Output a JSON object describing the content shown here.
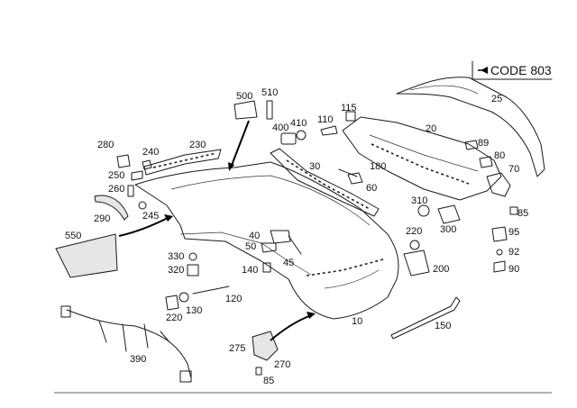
{
  "code_box": {
    "text": "CODE 803"
  },
  "labels": [
    {
      "id": "l25",
      "text": "25"
    },
    {
      "id": "l500",
      "text": "500"
    },
    {
      "id": "l510",
      "text": "510"
    },
    {
      "id": "l400",
      "text": "400"
    },
    {
      "id": "l410",
      "text": "410"
    },
    {
      "id": "l110",
      "text": "110"
    },
    {
      "id": "l115",
      "text": "115"
    },
    {
      "id": "l20",
      "text": "20"
    },
    {
      "id": "l89",
      "text": "89"
    },
    {
      "id": "l80",
      "text": "80"
    },
    {
      "id": "l70",
      "text": "70"
    },
    {
      "id": "l280",
      "text": "280"
    },
    {
      "id": "l240",
      "text": "240"
    },
    {
      "id": "l230",
      "text": "230"
    },
    {
      "id": "l30",
      "text": "30"
    },
    {
      "id": "l180",
      "text": "180"
    },
    {
      "id": "l250",
      "text": "250"
    },
    {
      "id": "l260",
      "text": "260"
    },
    {
      "id": "l60",
      "text": "60"
    },
    {
      "id": "l310",
      "text": "310"
    },
    {
      "id": "l85a",
      "text": "85"
    },
    {
      "id": "l290",
      "text": "290"
    },
    {
      "id": "l245",
      "text": "245"
    },
    {
      "id": "l300",
      "text": "300"
    },
    {
      "id": "l95",
      "text": "95"
    },
    {
      "id": "l550",
      "text": "550"
    },
    {
      "id": "l40",
      "text": "40"
    },
    {
      "id": "l220a",
      "text": "220"
    },
    {
      "id": "l50",
      "text": "50"
    },
    {
      "id": "l92",
      "text": "92"
    },
    {
      "id": "l330",
      "text": "330"
    },
    {
      "id": "l45",
      "text": "45"
    },
    {
      "id": "l90",
      "text": "90"
    },
    {
      "id": "l200",
      "text": "200"
    },
    {
      "id": "l320",
      "text": "320"
    },
    {
      "id": "l140",
      "text": "140"
    },
    {
      "id": "l120",
      "text": "120"
    },
    {
      "id": "l130",
      "text": "130"
    },
    {
      "id": "l220b",
      "text": "220"
    },
    {
      "id": "l150",
      "text": "150"
    },
    {
      "id": "l10",
      "text": "10"
    },
    {
      "id": "l275",
      "text": "275"
    },
    {
      "id": "l390",
      "text": "390"
    },
    {
      "id": "l270",
      "text": "270"
    },
    {
      "id": "l85b",
      "text": "85"
    }
  ]
}
